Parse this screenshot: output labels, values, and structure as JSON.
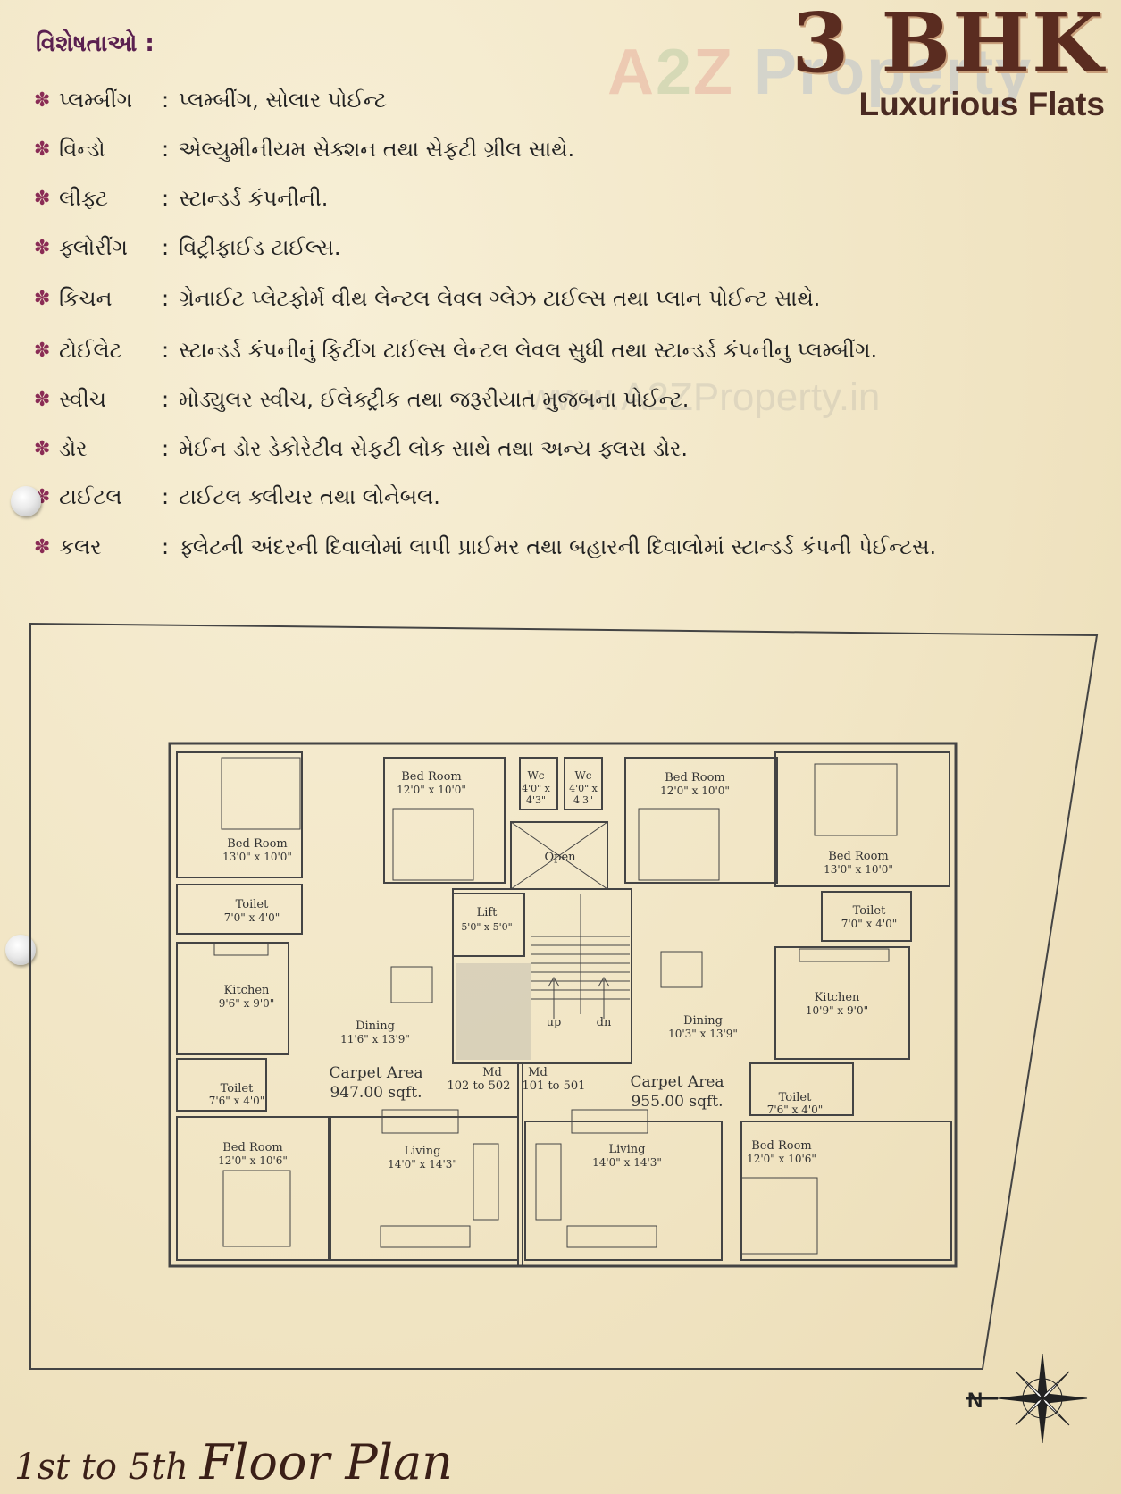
{
  "brochure": {
    "title": "3 BHK",
    "subtitle": "Luxurious Flats",
    "watermark": {
      "logo_a": "A",
      "logo_2": "2",
      "logo_z": "Z",
      "logo_rest": "Property",
      "url": "www.A2ZProperty.in"
    }
  },
  "specifications": {
    "heading": "વિશેષતાઓ :",
    "items": [
      {
        "label": "પ્લમ્બીંગ",
        "text": "પ્લમ્બીંગ, સોલાર પોઈન્ટ"
      },
      {
        "label": "વિન્ડો",
        "text": "એલ્યુમીનીયમ સેક્શન તથા સેફટી ગ્રીલ સાથે."
      },
      {
        "label": "લીફ્ટ",
        "text": "સ્ટાન્ડર્ડ કંપનીની."
      },
      {
        "label": "ફ્લોરીંગ",
        "text": "વિટ્રીફાઈડ ટાઈલ્સ."
      },
      {
        "label": "કિચન",
        "text": "ગ્રેનાઈટ પ્લેટફોર્મ વીથ લેન્ટલ લેવલ ગ્લેઝ ટાઈલ્સ તથા પ્લાન પોઈન્ટ સાથે."
      },
      {
        "label": "ટોઈલેટ",
        "text": "સ્ટાન્ડર્ડ કંપનીનું ફિટીંગ ટાઈલ્સ લેન્ટલ લેવલ સુધી તથા સ્ટાન્ડર્ડ કંપનીનુ પ્લમ્બીંગ."
      },
      {
        "label": "સ્વીચ",
        "text": "મોડ્યુલર સ્વીચ, ઈલેક્ટ્રીક તથા જરૂરીયાત મુજબના પોઈન્ટ."
      },
      {
        "label": "ડોર",
        "text": "મેઈન ડોર ડેકોરેટીવ સેફટી લોક સાથે તથા અન્ય ફ્લસ ડોર."
      },
      {
        "label": "ટાઈટલ",
        "text": "ટાઈટલ ક્લીયર તથા લોનેબલ."
      },
      {
        "label": "કલર",
        "text": "ફ્લેટની અંદરની દિવાલોમાં લાપી પ્રાઈમર તથા બહારની દિવાલોમાં સ્ટાન્ડર્ડ કંપની પેઈન્ટસ."
      }
    ]
  },
  "floor_plan": {
    "title_prefix": "1st to 5th ",
    "title_script": "Floor Plan",
    "compass_label": "N",
    "west_flat": {
      "bed_room_top": {
        "name": "Bed Room",
        "size": "12'0\" x 10'0\""
      },
      "bed_room_left": {
        "name": "Bed Room",
        "size": "13'0\" x 10'0\""
      },
      "toilet_top": {
        "name": "Toilet",
        "size": "7'0\" x 4'0\""
      },
      "kitchen": {
        "name": "Kitchen",
        "size": "9'6\" x 9'0\""
      },
      "dining": {
        "name": "Dining",
        "size": "11'6\" x 13'9\""
      },
      "toilet_bottom": {
        "name": "Toilet",
        "size": "7'6\" x 4'0\""
      },
      "bed_room_bottom": {
        "name": "Bed Room",
        "size": "12'0\" x 10'6\""
      },
      "living": {
        "name": "Living",
        "size": "14'0\" x 14'3\""
      },
      "wc": {
        "name": "Wc",
        "size1": "4'0\" x",
        "size2": "4'3\""
      },
      "carpet_label": "Carpet Area",
      "carpet_value": "947.00 sqft.",
      "main_door": "Md",
      "flat_numbers": "102 to 502"
    },
    "east_flat": {
      "bed_room_top": {
        "name": "Bed Room",
        "size": "12'0\" x 10'0\""
      },
      "bed_room_right": {
        "name": "Bed Room",
        "size": "13'0\" x 10'0\""
      },
      "toilet_top": {
        "name": "Toilet",
        "size": "7'0\" x 4'0\""
      },
      "kitchen": {
        "name": "Kitchen",
        "size": "10'9\" x 9'0\""
      },
      "dining": {
        "name": "Dining",
        "size": "10'3\" x 13'9\""
      },
      "toilet_bottom": {
        "name": "Toilet",
        "size": "7'6\" x 4'0\""
      },
      "bed_room_bottom": {
        "name": "Bed Room",
        "size": "12'0\" x 10'6\""
      },
      "living": {
        "name": "Living",
        "size": "14'0\" x 14'3\""
      },
      "wc": {
        "name": "Wc",
        "size1": "4'0\" x",
        "size2": "4'3\""
      },
      "carpet_label": "Carpet Area",
      "carpet_value": "955.00 sqft.",
      "main_door": "Md",
      "flat_numbers": "101 to 501"
    },
    "core": {
      "open": "Open",
      "lift": {
        "name": "Lift",
        "size": "5'0\" x 5'0\""
      },
      "stair_up": "up",
      "stair_down": "dn"
    }
  }
}
